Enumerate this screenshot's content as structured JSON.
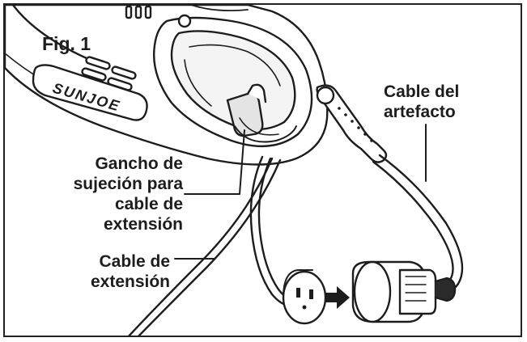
{
  "figure": {
    "label": "Fig. 1"
  },
  "brand": {
    "logo_text": "SUNJOE"
  },
  "labels": {
    "hook": "Gancho de\nsujeción para\ncable de\nextensión",
    "extension_cord": "Cable de\nextensión",
    "device_cord": "Cable del\nartefacto"
  },
  "colors": {
    "line": "#1d1d1d",
    "background": "#ffffff",
    "shade": "#e4e4e4"
  }
}
